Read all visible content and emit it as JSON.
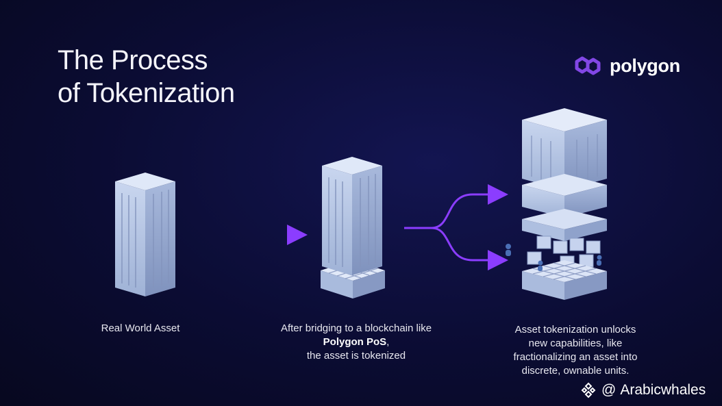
{
  "title": {
    "line1": "The Process",
    "line2": "of Tokenization"
  },
  "brand": {
    "name": "polygon",
    "color": "#8247e5"
  },
  "steps": [
    {
      "caption": "Real World Asset"
    },
    {
      "caption_pre": "After bridging to a blockchain like ",
      "caption_bold": "Polygon PoS",
      "caption_post": ",",
      "caption_line3": "the asset is tokenized"
    },
    {
      "caption_line1": "Asset tokenization unlocks",
      "caption_line2": "new capabilities, like",
      "caption_line3": "fractionalizing an asset into",
      "caption_line4": "discrete, ownable units."
    }
  ],
  "watermark": {
    "at": "@",
    "handle": "Arabicwhales"
  },
  "colors": {
    "arrow": "#8b3dff",
    "background": "#0b0c33",
    "building": "#b9c9e6"
  }
}
